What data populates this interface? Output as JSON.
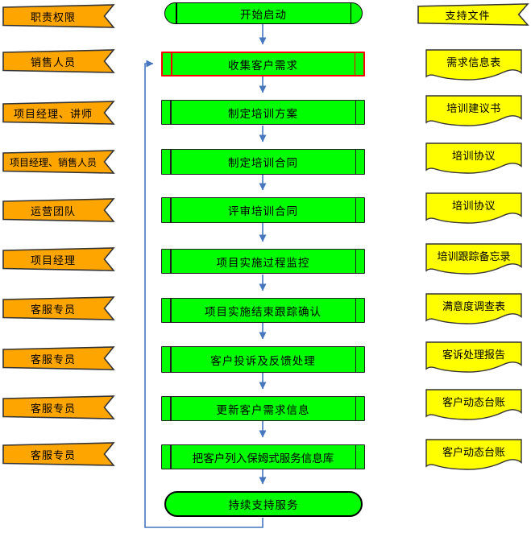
{
  "colors": {
    "process_fill": "#00ff00",
    "role_fill": "#ffa500",
    "doc_fill": "#ffff00",
    "highlight": "#ff0000",
    "arrow": "#4576be",
    "outline": "#1f1f1f"
  },
  "left_column": {
    "header": "职责权限",
    "items": [
      {
        "label": "职责权限",
        "shape": "banner"
      },
      {
        "label": "销售人员",
        "shape": "banner"
      },
      {
        "label": "项目经理、讲师",
        "shape": "banner"
      },
      {
        "label": "项目经理、销售人员",
        "shape": "banner"
      },
      {
        "label": "运营团队",
        "shape": "banner"
      },
      {
        "label": "项目经理",
        "shape": "banner"
      },
      {
        "label": "客服专员",
        "shape": "banner"
      },
      {
        "label": "客服专员",
        "shape": "banner"
      },
      {
        "label": "客服专员",
        "shape": "banner"
      },
      {
        "label": "客服专员",
        "shape": "banner"
      }
    ]
  },
  "flow": {
    "items": [
      {
        "label": "开始启动",
        "shape": "terminator"
      },
      {
        "label": "收集客户需求",
        "shape": "predefined-process",
        "highlighted": true
      },
      {
        "label": "制定培训方案",
        "shape": "predefined-process"
      },
      {
        "label": "制定培训合同",
        "shape": "predefined-process"
      },
      {
        "label": "评审培训合同",
        "shape": "predefined-process"
      },
      {
        "label": "项目实施过程监控",
        "shape": "predefined-process"
      },
      {
        "label": "项目实施结束跟踪确认",
        "shape": "predefined-process"
      },
      {
        "label": "客户投诉及反馈处理",
        "shape": "predefined-process"
      },
      {
        "label": "更新客户需求信息",
        "shape": "predefined-process"
      },
      {
        "label": "把客户列入保姆式服务信息库",
        "shape": "predefined-process"
      },
      {
        "label": "持续支持服务",
        "shape": "terminator"
      }
    ],
    "connectors": {
      "sequence": "each step connects downward to the next with a blue arrow",
      "loop_back": {
        "from": "持续支持服务",
        "to": "收集客户需求"
      }
    }
  },
  "right_column": {
    "header": "支持文件",
    "items": [
      {
        "label": "支持文件",
        "shape": "banner"
      },
      {
        "label": "需求信息表",
        "shape": "document"
      },
      {
        "label": "培训建议书",
        "shape": "document"
      },
      {
        "label": "培训协议",
        "shape": "document"
      },
      {
        "label": "培训协议",
        "shape": "document"
      },
      {
        "label": "培训跟踪备忘录",
        "shape": "document"
      },
      {
        "label": "满意度调查表",
        "shape": "document"
      },
      {
        "label": "客诉处理报告",
        "shape": "document"
      },
      {
        "label": "客户动态台账",
        "shape": "document"
      },
      {
        "label": "客户动态台账",
        "shape": "document"
      }
    ]
  }
}
